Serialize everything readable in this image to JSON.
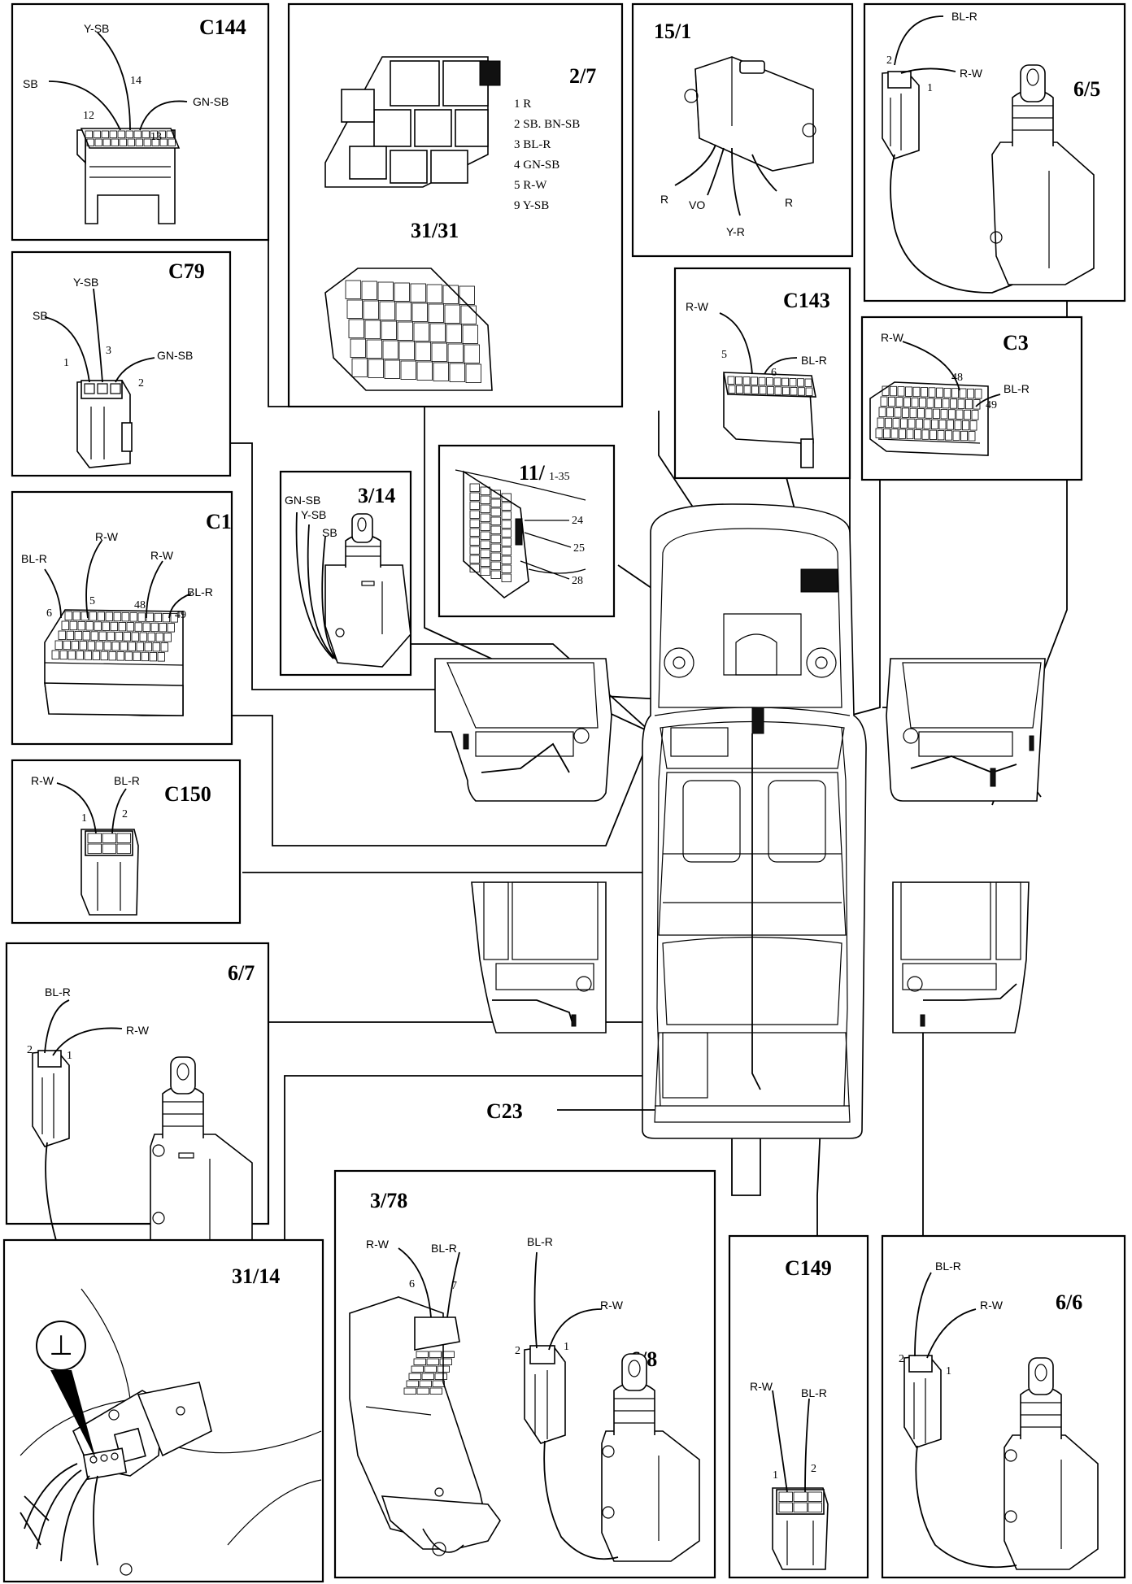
{
  "panels": {
    "c144": {
      "title": "C144",
      "wires": [
        "Y-SB",
        "SB",
        "GN-SB"
      ],
      "pins": [
        "14",
        "12",
        "13"
      ]
    },
    "c79": {
      "title": "C79",
      "wires": [
        "Y-SB",
        "SB",
        "GN-SB"
      ],
      "pins": [
        "3",
        "1",
        "2"
      ]
    },
    "c1": {
      "title": "C1",
      "wires": [
        "R-W",
        "BL-R",
        "R-W",
        "BL-R"
      ],
      "pins": [
        "5",
        "6",
        "48",
        "49"
      ]
    },
    "c150": {
      "title": "C150",
      "wires": [
        "R-W",
        "BL-R"
      ],
      "pins": [
        "1",
        "2"
      ]
    },
    "m67": {
      "title": "6/7",
      "wires": [
        "BL-R",
        "R-W"
      ],
      "pins": [
        "2",
        "1"
      ]
    },
    "g3114": {
      "title": "31/14",
      "symbol": "⊥"
    },
    "relay": {
      "title": "2/7",
      "legend": [
        "1  R",
        "2  SB. BN-SB",
        "3  BL-R",
        "4  GN-SB",
        "5  R-W",
        "9  Y-SB"
      ],
      "sub_title": "31/31"
    },
    "m314": {
      "title": "3/14",
      "wires": [
        "GN-SB",
        "Y-SB",
        "SB"
      ]
    },
    "fuse": {
      "title": "11/",
      "sub": "1-35",
      "pins": [
        "24",
        "25",
        "28"
      ]
    },
    "cem": {
      "title": "15/1",
      "wires": [
        "R",
        "VO",
        "Y-R",
        "R"
      ]
    },
    "c143": {
      "title": "C143",
      "wires": [
        "R-W",
        "BL-R"
      ],
      "pins": [
        "5",
        "6"
      ]
    },
    "m65": {
      "title": "6/5",
      "wires": [
        "BL-R",
        "R-W"
      ],
      "pins": [
        "2",
        "1"
      ]
    },
    "c3": {
      "title": "C3",
      "wires": [
        "R-W",
        "BL-R"
      ],
      "pins": [
        "48",
        "49"
      ]
    },
    "c23": {
      "label": "C23"
    },
    "m378": {
      "title": "3/78",
      "wires": [
        "R-W",
        "BL-R"
      ],
      "pins": [
        "6",
        "7"
      ]
    },
    "m68": {
      "title": "6/8",
      "wires": [
        "BL-R",
        "R-W"
      ],
      "pins": [
        "2",
        "1"
      ]
    },
    "c149": {
      "title": "C149",
      "wires": [
        "R-W",
        "BL-R"
      ],
      "pins": [
        "1",
        "2"
      ]
    },
    "m66": {
      "title": "6/6",
      "wires": [
        "BL-R",
        "R-W"
      ],
      "pins": [
        "2",
        "1"
      ]
    }
  }
}
